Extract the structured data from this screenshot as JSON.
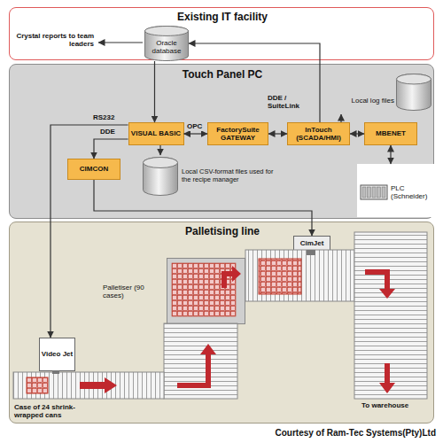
{
  "diagram": {
    "caption": "Courtesy of Ram-Tec Systems(Pty)Ltd",
    "nodes": [
      {
        "text": [
          "Existing IT facility"
        ]
      },
      {
        "text": [
          "Oracle database"
        ],
        "in": 0
      },
      {
        "text": [
          "Touch Panel PC"
        ]
      },
      {
        "text": [
          "Local log files"
        ],
        "in": 2
      },
      {
        "text": [
          "VISUAL BASIC"
        ],
        "in": 2
      },
      {
        "text": [
          "FactorySuite GATEWAY"
        ],
        "in": 2
      },
      {
        "text": [
          "InTouch (SCADA/HMI)"
        ],
        "in": 2
      },
      {
        "text": [
          "MBENET"
        ],
        "in": 2
      },
      {
        "text": [
          "CIMCON"
        ],
        "in": 2
      },
      {
        "text": [
          "Local CSV-format files used for the recipe manager"
        ],
        "in": 2
      },
      {
        "text": [
          "PLC (Schneider)"
        ],
        "in": 2
      },
      {
        "text": [
          "Palletising line"
        ]
      },
      {
        "text": [
          "CimJet"
        ],
        "in": 11
      },
      {
        "text": [
          "Palletiser (90 cases)"
        ],
        "in": 11
      },
      {
        "text": [
          "Video Jet"
        ],
        "in": 11
      }
    ],
    "edges": [
      {
        "from": 1,
        "to": 4,
        "arrow": "to"
      },
      {
        "from": 6,
        "to": 1,
        "arrow": "to"
      },
      {
        "from": 6,
        "to": 3,
        "arrow": "to"
      },
      {
        "from": 4,
        "to": 5,
        "label": "OPC",
        "arrow": "both"
      },
      {
        "from": 5,
        "to": 6,
        "arrow": "both"
      },
      {
        "from": 6,
        "to": 7,
        "arrow": "both"
      },
      {
        "from": 7,
        "to": 10,
        "arrow": "both"
      },
      {
        "from": 4,
        "to": 8,
        "label": "DDE",
        "arrow": "to"
      },
      {
        "from": 4,
        "to": 9,
        "arrow": "to"
      },
      {
        "from": 4,
        "to": 14,
        "label": "RS232",
        "arrow": "to"
      },
      {
        "from": 8,
        "to": 12,
        "arrow": "to"
      }
    ],
    "labels": [
      "Crystal reports to team leaders",
      "DDE / SuiteLink",
      "Case of 24 shrink-wrapped cans",
      "To warehouse"
    ]
  }
}
